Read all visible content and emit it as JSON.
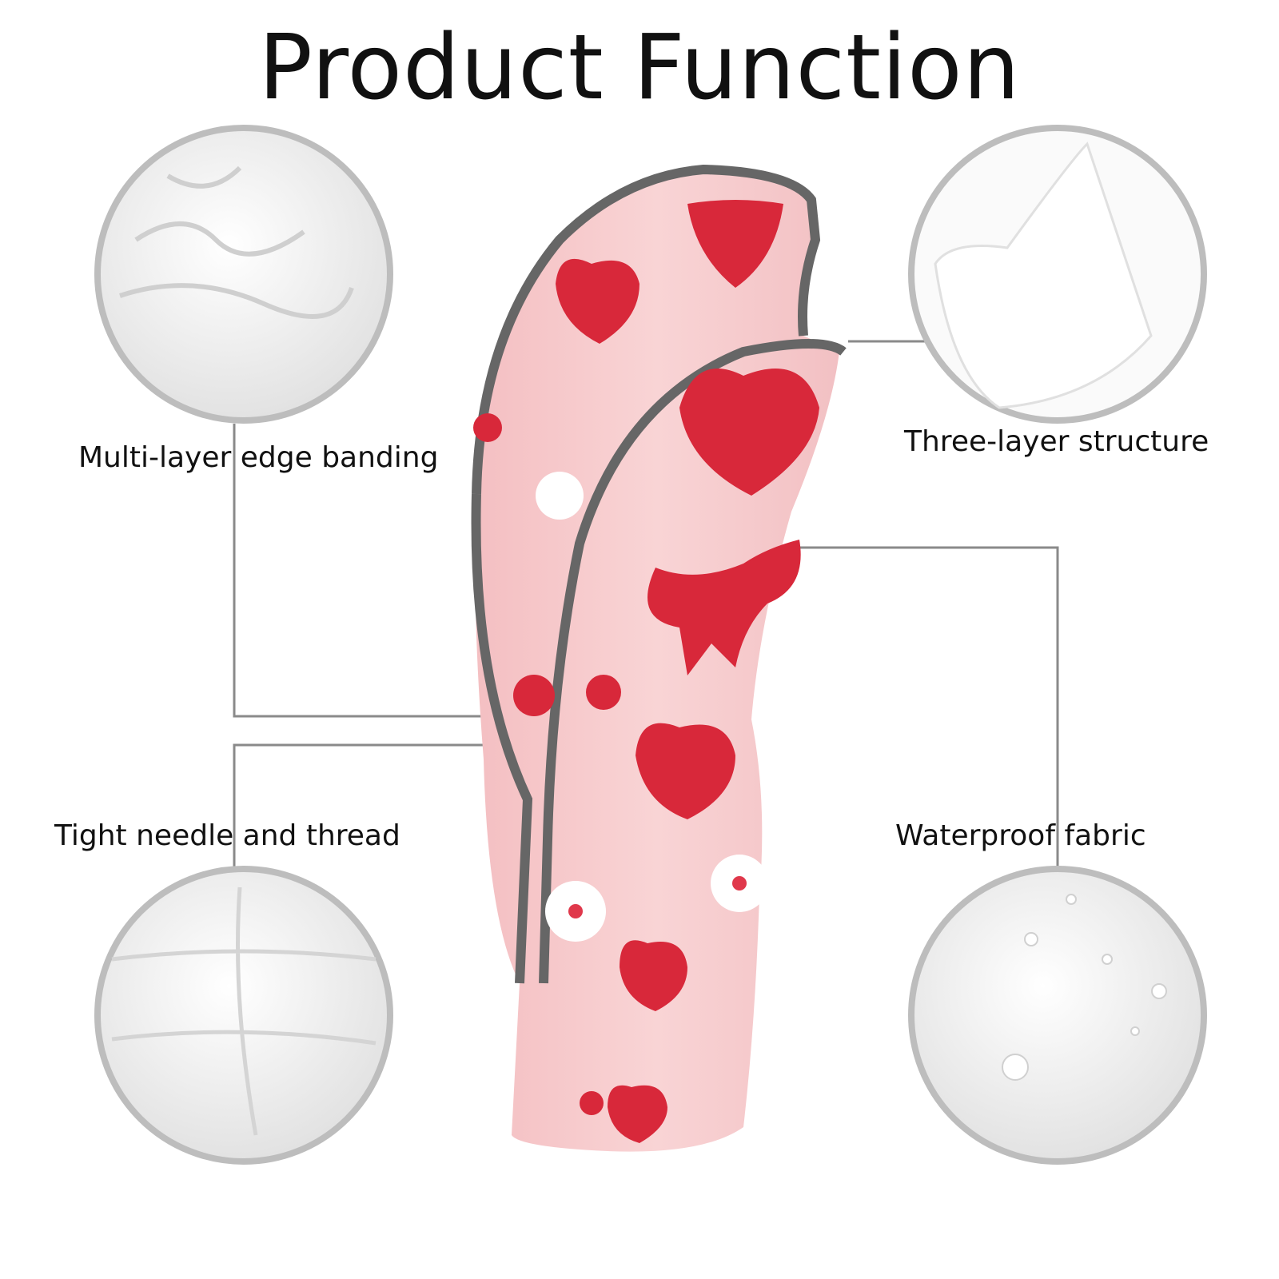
{
  "title": "Product Function",
  "features": [
    {
      "label": "Multi-layer edge banding"
    },
    {
      "label": "Three-layer structure"
    },
    {
      "label": "Tight needle and thread"
    },
    {
      "label": "Waterproof fabric"
    }
  ],
  "colors": {
    "pink": "#f6c9cb",
    "trim": "#666666",
    "red": "#d8283a",
    "circle": "#bdbdbd",
    "leader": "#8a8a8a"
  }
}
